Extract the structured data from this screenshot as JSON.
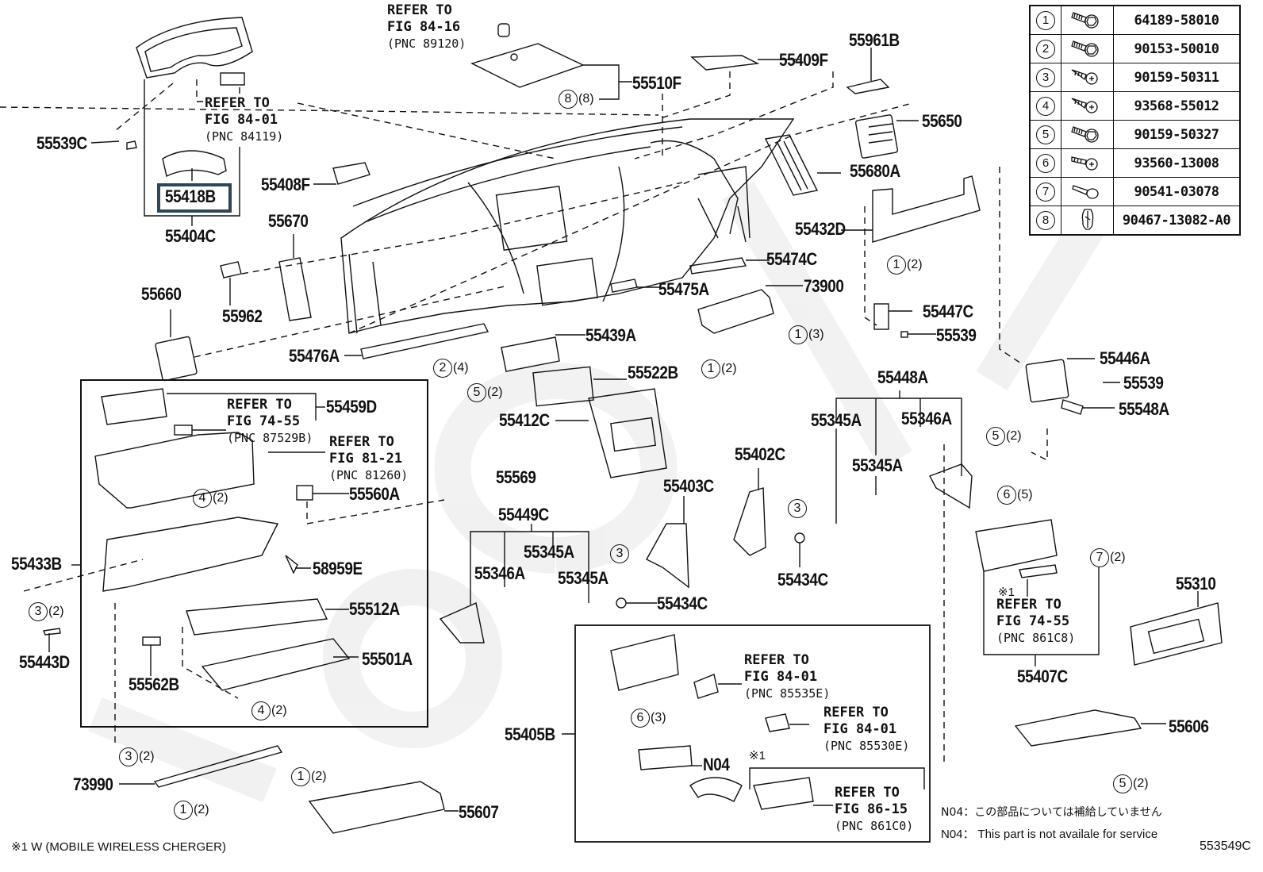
{
  "diagram": {
    "figure_code": "553549C",
    "highlighted_part": "55418B",
    "part_labels": [
      {
        "id": "55539C",
        "text": "55539C"
      },
      {
        "id": "55418B",
        "text": "55418B"
      },
      {
        "id": "55404C",
        "text": "55404C"
      },
      {
        "id": "55408F",
        "text": "55408F"
      },
      {
        "id": "55670",
        "text": "55670"
      },
      {
        "id": "55660",
        "text": "55660"
      },
      {
        "id": "55962",
        "text": "55962"
      },
      {
        "id": "55476A",
        "text": "55476A"
      },
      {
        "id": "55510F",
        "text": "55510F"
      },
      {
        "id": "55409F",
        "text": "55409F"
      },
      {
        "id": "55961B",
        "text": "55961B"
      },
      {
        "id": "55650",
        "text": "55650"
      },
      {
        "id": "55680A",
        "text": "55680A"
      },
      {
        "id": "55432D",
        "text": "55432D"
      },
      {
        "id": "55474C",
        "text": "55474C"
      },
      {
        "id": "55475A",
        "text": "55475A"
      },
      {
        "id": "73900",
        "text": "73900"
      },
      {
        "id": "55447C",
        "text": "55447C"
      },
      {
        "id": "55539a",
        "text": "55539"
      },
      {
        "id": "55439A",
        "text": "55439A"
      },
      {
        "id": "55522B",
        "text": "55522B"
      },
      {
        "id": "55412C",
        "text": "55412C"
      },
      {
        "id": "55446A",
        "text": "55446A"
      },
      {
        "id": "55539b",
        "text": "55539"
      },
      {
        "id": "55548A",
        "text": "55548A"
      },
      {
        "id": "55448A",
        "text": "55448A"
      },
      {
        "id": "55345Aa",
        "text": "55345A"
      },
      {
        "id": "55346Aa",
        "text": "55346A"
      },
      {
        "id": "55345Ab",
        "text": "55345A"
      },
      {
        "id": "55402C",
        "text": "55402C"
      },
      {
        "id": "55403C",
        "text": "55403C"
      },
      {
        "id": "55434Ca",
        "text": "55434C"
      },
      {
        "id": "55434Cb",
        "text": "55434C"
      },
      {
        "id": "55569",
        "text": "55569"
      },
      {
        "id": "55449C",
        "text": "55449C"
      },
      {
        "id": "55345Ac",
        "text": "55345A"
      },
      {
        "id": "55346Ab",
        "text": "55346A"
      },
      {
        "id": "55345Ad",
        "text": "55345A"
      },
      {
        "id": "55459D",
        "text": "55459D"
      },
      {
        "id": "55560A",
        "text": "55560A"
      },
      {
        "id": "55433B",
        "text": "55433B"
      },
      {
        "id": "58959E",
        "text": "58959E"
      },
      {
        "id": "55512A",
        "text": "55512A"
      },
      {
        "id": "55501A",
        "text": "55501A"
      },
      {
        "id": "55443D",
        "text": "55443D"
      },
      {
        "id": "55562B",
        "text": "55562B"
      },
      {
        "id": "73990",
        "text": "73990"
      },
      {
        "id": "55607",
        "text": "55607"
      },
      {
        "id": "55405B",
        "text": "55405B"
      },
      {
        "id": "55407C",
        "text": "55407C"
      },
      {
        "id": "55310",
        "text": "55310"
      },
      {
        "id": "55606",
        "text": "55606"
      },
      {
        "id": "N04",
        "text": "N04"
      }
    ],
    "references": [
      {
        "id": "r1",
        "line1": "REFER TO",
        "line2": "FIG 84-01",
        "line3": "(PNC 84119)"
      },
      {
        "id": "r2",
        "line1": "REFER TO",
        "line2": "FIG 84-16",
        "line3": "(PNC 89120)"
      },
      {
        "id": "r3",
        "line1": "REFER TO",
        "line2": "FIG 74-55",
        "line3": "(PNC 87529B)"
      },
      {
        "id": "r4",
        "line1": "REFER TO",
        "line2": "FIG 81-21",
        "line3": "(PNC 81260)"
      },
      {
        "id": "r5",
        "line1": "REFER TO",
        "line2": "FIG 74-55",
        "line3": "(PNC 861C8)"
      },
      {
        "id": "r6",
        "line1": "REFER TO",
        "line2": "FIG 84-01",
        "line3": "(PNC 85535E)"
      },
      {
        "id": "r7",
        "line1": "REFER TO",
        "line2": "FIG 84-01",
        "line3": "(PNC 85530E)"
      },
      {
        "id": "r8",
        "line1": "REFER TO",
        "line2": "FIG 86-15",
        "line3": "(PNC 861C0)"
      }
    ],
    "callouts": [
      {
        "id": "c1",
        "num": "8",
        "qty": "(8)"
      },
      {
        "id": "c2",
        "num": "1",
        "qty": "(2)"
      },
      {
        "id": "c3",
        "num": "1",
        "qty": "(3)"
      },
      {
        "id": "c4",
        "num": "1",
        "qty": "(2)"
      },
      {
        "id": "c5",
        "num": "2",
        "qty": "(4)"
      },
      {
        "id": "c6",
        "num": "5",
        "qty": "(2)"
      },
      {
        "id": "c7",
        "num": "5",
        "qty": "(2)"
      },
      {
        "id": "c8",
        "num": "4",
        "qty": "(2)"
      },
      {
        "id": "c9",
        "num": "3",
        "qty": ""
      },
      {
        "id": "c10",
        "num": "3",
        "qty": ""
      },
      {
        "id": "c11",
        "num": "6",
        "qty": "(5)"
      },
      {
        "id": "c12",
        "num": "7",
        "qty": "(2)"
      },
      {
        "id": "c13",
        "num": "3",
        "qty": "(2)"
      },
      {
        "id": "c14",
        "num": "4",
        "qty": "(2)"
      },
      {
        "id": "c15",
        "num": "3",
        "qty": "(2)"
      },
      {
        "id": "c16",
        "num": "1",
        "qty": "(2)"
      },
      {
        "id": "c17",
        "num": "1",
        "qty": "(2)"
      },
      {
        "id": "c18",
        "num": "6",
        "qty": "(3)"
      },
      {
        "id": "c19",
        "num": "5",
        "qty": "(2)"
      }
    ],
    "marks": {
      "x1a": "※1",
      "x1b": "※1"
    }
  },
  "fastener_table": {
    "rows": [
      {
        "num": "1",
        "icon": "hex-flange-bolt-icon",
        "part": "64189-58010"
      },
      {
        "num": "2",
        "icon": "hex-flange-bolt-icon",
        "part": "90153-50010"
      },
      {
        "num": "3",
        "icon": "tapping-screw-icon",
        "part": "90159-50311"
      },
      {
        "num": "4",
        "icon": "tapping-screw-icon",
        "part": "93568-55012"
      },
      {
        "num": "5",
        "icon": "hex-flange-bolt-icon",
        "part": "90159-50327"
      },
      {
        "num": "6",
        "icon": "pan-head-screw-icon",
        "part": "93560-13008"
      },
      {
        "num": "7",
        "icon": "pin-bolt-icon",
        "part": "90541-03078"
      },
      {
        "num": "8",
        "icon": "clip-icon",
        "part": "90467-13082-A0"
      }
    ]
  },
  "footnotes": {
    "mark_note": "※1 W (MOBILE WIRELESS CHERGER)",
    "n04_jp": "N04：この部品については補給していません",
    "n04_en": "N04： This part is not availale for service"
  }
}
